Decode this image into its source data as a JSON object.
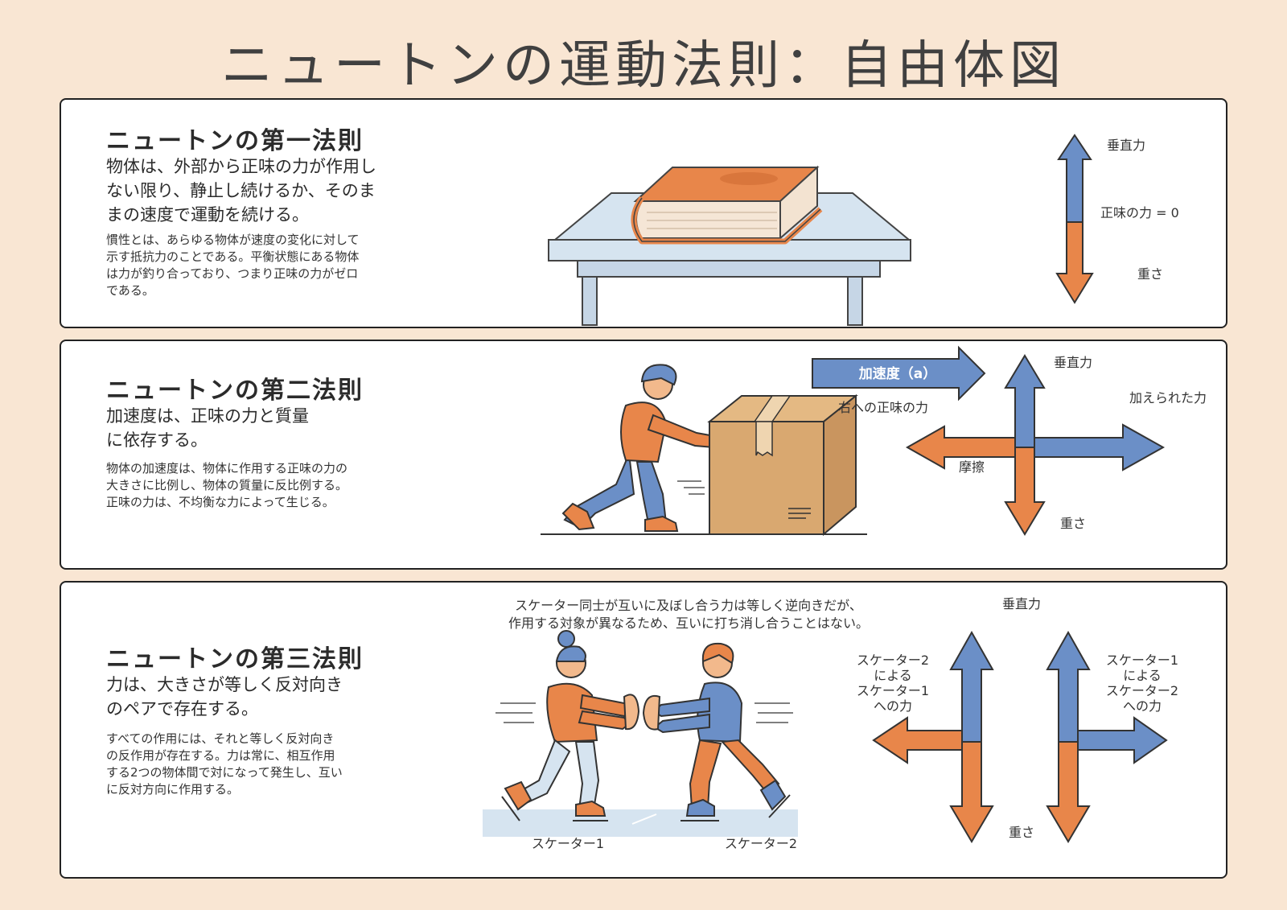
{
  "title": "ニュートンの運動法則：自由体図",
  "law1": {
    "title": "ニュートンの第一法則",
    "lead_lines": [
      "物体は、外部から正味の力が作用し",
      "ない限り、静止し続けるか、そのま",
      "まの速度で運動を続ける。"
    ],
    "body_lines": [
      "慣性とは、あらゆる物体が速度の変化に対して",
      "示す抵抗力のことである。平衡状態にある物体",
      "は力が釣り合っており、つまり正味の力がゼロ",
      "である。"
    ],
    "labels": {
      "normal": "垂直力",
      "net": "正味の力 = 0",
      "weight": "重さ"
    }
  },
  "law2": {
    "title": "ニュートンの第二法則",
    "lead_lines": [
      "加速度は、正味の力と質量",
      "に依存する。"
    ],
    "body_lines": [
      "物体の加速度は、物体に作用する正味の力の",
      "大きさに比例し、物体の質量に反比例する。",
      "正味の力は、不均衡な力によって生じる。"
    ],
    "labels": {
      "accel": "加速度（a）",
      "net_right": "右への正味の力",
      "normal": "垂直力",
      "applied": "加えられた力",
      "friction": "摩擦",
      "weight": "重さ"
    }
  },
  "law3": {
    "title": "ニュートンの第三法則",
    "lead_lines": [
      "力は、大きさが等しく反対向き",
      "のペアで存在する。"
    ],
    "body_lines": [
      "すべての作用には、それと等しく反対向き",
      "の反作用が存在する。力は常に、相互作用",
      "する2つの物体間で対になって発生し、互い",
      "に反対方向に作用する。"
    ],
    "caption_lines": [
      "スケーター同士が互いに及ぼし合う力は等しく逆向きだが、",
      "作用する対象が異なるため、互いに打ち消し合うことはない。"
    ],
    "labels": {
      "normal": "垂直力",
      "weight": "重さ",
      "skater1": "スケーター1",
      "skater2": "スケーター2",
      "force_on_1": [
        "スケーター2",
        "による",
        "スケーター1",
        "への力"
      ],
      "force_on_2": [
        "スケーター1",
        "による",
        "スケーター2",
        "への力"
      ]
    }
  },
  "colors": {
    "blue": "#6b8fc7",
    "orange": "#e8864a",
    "box": "#d9a870",
    "table": "#d6e4f0",
    "bg": "#f9e6d3"
  }
}
